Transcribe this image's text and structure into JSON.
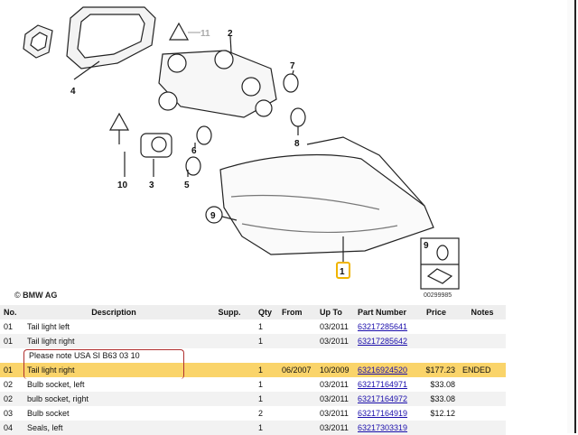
{
  "diagram": {
    "callouts": [
      "1",
      "2",
      "3",
      "4",
      "5",
      "6",
      "7",
      "8",
      "9",
      "10",
      "11"
    ],
    "inset_label": "9",
    "copyright": "BMW AG",
    "copyright_symbol": "©",
    "diagram_number": "00299985"
  },
  "table": {
    "headers": [
      "No.",
      "Description",
      "Supp.",
      "Qty",
      "From",
      "Up To",
      "Part Number",
      "Price",
      "Notes"
    ],
    "rows": [
      {
        "no": "01",
        "desc": "Tail light left",
        "supp": "",
        "qty": "1",
        "from": "",
        "upto": "03/2011",
        "part": "63217285641",
        "price": "",
        "notes": ""
      },
      {
        "no": "01",
        "desc": "Tail light right",
        "supp": "",
        "qty": "1",
        "from": "",
        "upto": "03/2011",
        "part": "63217285642",
        "price": "",
        "notes": ""
      }
    ],
    "note": "Please note USA SI B63 03 10",
    "highlight_row": {
      "no": "01",
      "desc": "Tail light right",
      "supp": "",
      "qty": "1",
      "from": "06/2007",
      "upto": "10/2009",
      "part": "63216924520",
      "price": "$177.23",
      "notes": "ENDED"
    },
    "rows2": [
      {
        "no": "02",
        "desc": "Bulb socket, left",
        "supp": "",
        "qty": "1",
        "from": "",
        "upto": "03/2011",
        "part": "63217164971",
        "price": "$33.08",
        "notes": ""
      },
      {
        "no": "02",
        "desc": "bulb socket, right",
        "supp": "",
        "qty": "1",
        "from": "",
        "upto": "03/2011",
        "part": "63217164972",
        "price": "$33.08",
        "notes": ""
      },
      {
        "no": "03",
        "desc": "Bulb socket",
        "supp": "",
        "qty": "2",
        "from": "",
        "upto": "03/2011",
        "part": "63217164919",
        "price": "$12.12",
        "notes": ""
      },
      {
        "no": "04",
        "desc": "Seals, left",
        "supp": "",
        "qty": "1",
        "from": "",
        "upto": "03/2011",
        "part": "63217303319",
        "price": "",
        "notes": ""
      }
    ]
  }
}
